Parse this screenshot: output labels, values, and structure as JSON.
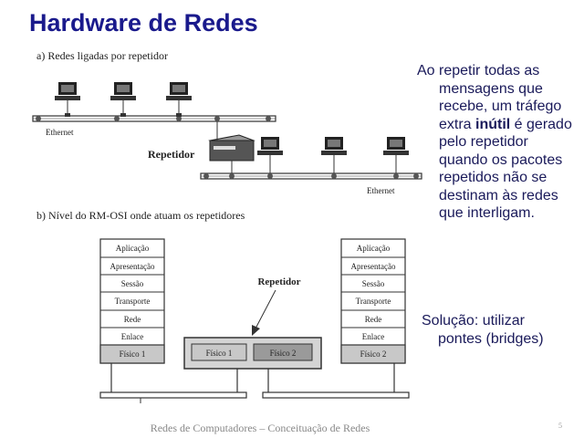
{
  "slide": {
    "title": "Hardware de Redes",
    "footer": "Redes de Computadores – Conceituação de Redes",
    "page_number": "5"
  },
  "figure": {
    "caption_a": "a) Redes ligadas por repetidor",
    "ethernet_left": "Ethernet",
    "ethernet_right": "Ethernet",
    "repeater_label": "Repetidor",
    "caption_b": "b) Nível do RM-OSI onde atuam os repetidores",
    "osi_layers": [
      "Aplicação",
      "Apresentação",
      "Sessão",
      "Transporte",
      "Rede",
      "Enlace"
    ],
    "left_physical": "Físico 1",
    "right_physical": "Físico 2",
    "repeater_box_label": "Repetidor",
    "repeater_physical_1": "Físico 1",
    "repeater_physical_2": "Físico 2"
  },
  "side_text": {
    "block1_first": "Ao repetir todas as",
    "block1_pre": "mensagens que recebe, um tráfego extra ",
    "block1_bold": "inútil",
    "block1_post": " é gerado pelo repetidor quando os pacotes repetidos não se destinam às redes que interligam.",
    "block2_first": "Solução: utilizar",
    "block2_rest": "pontes (bridges)"
  }
}
